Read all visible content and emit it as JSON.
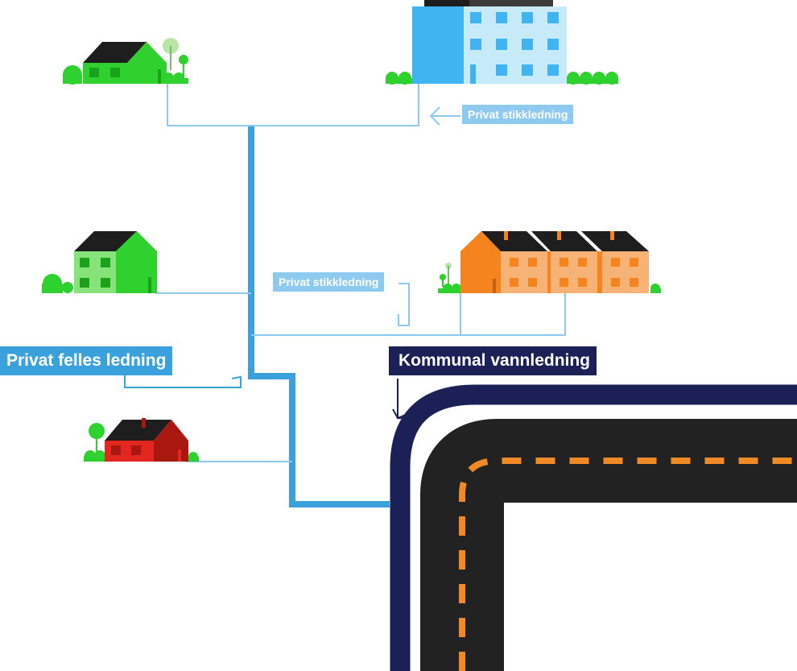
{
  "labels": {
    "private_service_top": "Privat stikkledning",
    "private_service_mid": "Privat stikkledning",
    "private_shared_line": "Privat felles ledning",
    "municipal_water_line": "Kommunal vannledning"
  },
  "colors": {
    "private_shared_pipe": "#3aa1dd",
    "private_service_pipe": "#8ec9ef",
    "municipal_pipe": "#1b2156",
    "road": "#222222",
    "road_marking": "#f08a24",
    "green_house": "#2fd12f",
    "office_building": "#3fb4f0",
    "row_houses": "#f5841f",
    "red_house": "#e3261f",
    "roof": "#1e1e1e"
  }
}
